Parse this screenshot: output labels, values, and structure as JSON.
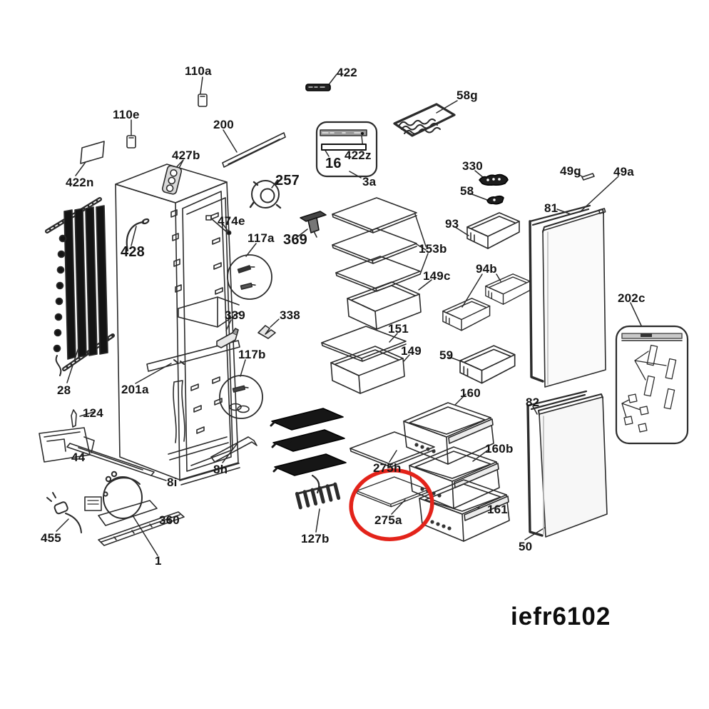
{
  "model_code": "iefr6102",
  "highlight": {
    "part_id": "275a",
    "color": "#e3231a"
  },
  "line_color": "#2b2b2b",
  "parts": [
    {
      "id": "110a"
    },
    {
      "id": "110e"
    },
    {
      "id": "422n"
    },
    {
      "id": "427b"
    },
    {
      "id": "200"
    },
    {
      "id": "422"
    },
    {
      "id": "58g"
    },
    {
      "id": "422z"
    },
    {
      "id": "16"
    },
    {
      "id": "3a"
    },
    {
      "id": "257"
    },
    {
      "id": "330"
    },
    {
      "id": "58"
    },
    {
      "id": "93"
    },
    {
      "id": "49g"
    },
    {
      "id": "49a"
    },
    {
      "id": "81"
    },
    {
      "id": "94b"
    },
    {
      "id": "202c"
    },
    {
      "id": "153b"
    },
    {
      "id": "149c"
    },
    {
      "id": "151"
    },
    {
      "id": "149"
    },
    {
      "id": "59"
    },
    {
      "id": "117a"
    },
    {
      "id": "369"
    },
    {
      "id": "474e"
    },
    {
      "id": "428"
    },
    {
      "id": "339"
    },
    {
      "id": "338"
    },
    {
      "id": "117b"
    },
    {
      "id": "201a"
    },
    {
      "id": "28"
    },
    {
      "id": "124"
    },
    {
      "id": "44"
    },
    {
      "id": "8i"
    },
    {
      "id": "8h"
    },
    {
      "id": "455"
    },
    {
      "id": "360"
    },
    {
      "id": "1"
    },
    {
      "id": "127b"
    },
    {
      "id": "275h"
    },
    {
      "id": "275a"
    },
    {
      "id": "160"
    },
    {
      "id": "160b"
    },
    {
      "id": "161"
    },
    {
      "id": "82"
    },
    {
      "id": "50"
    }
  ]
}
